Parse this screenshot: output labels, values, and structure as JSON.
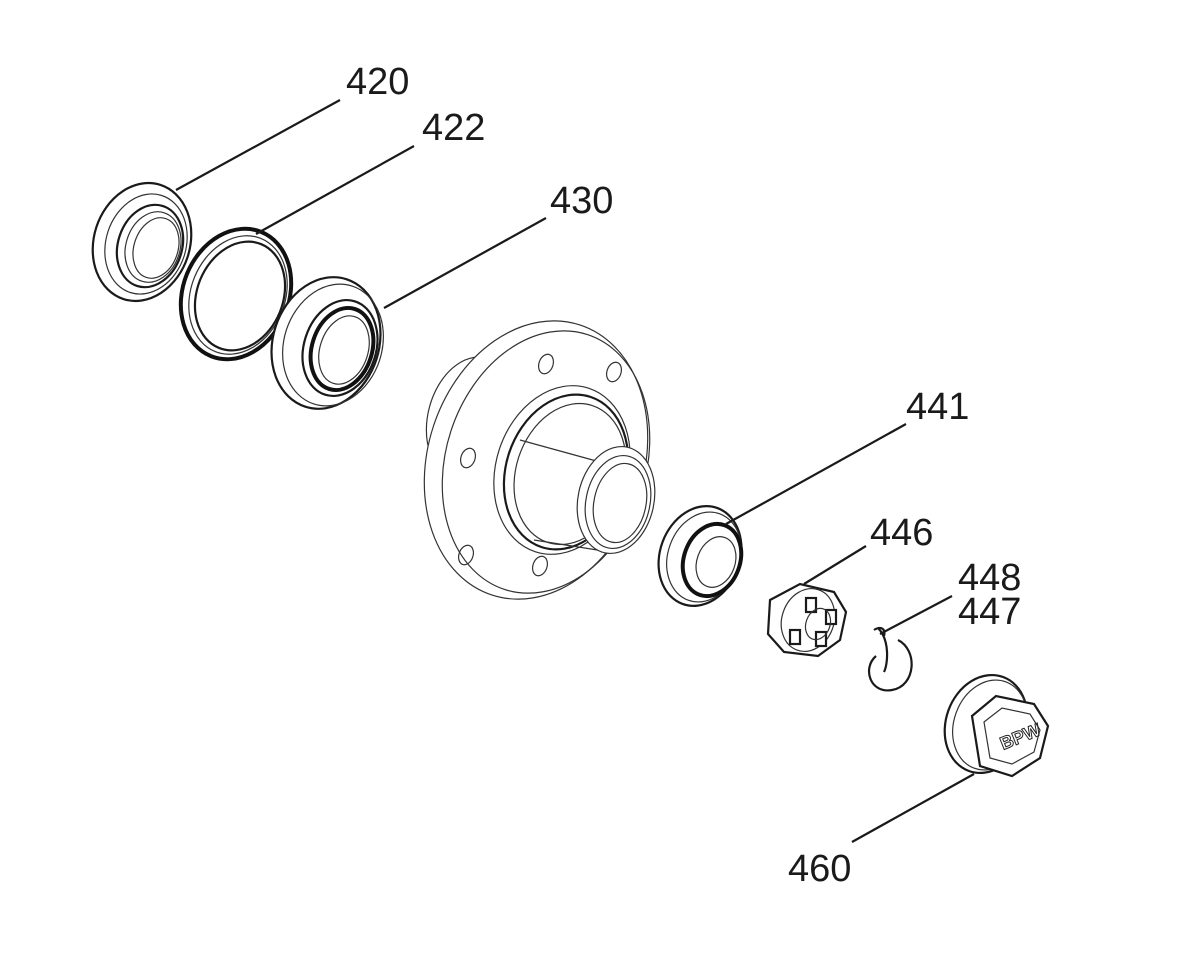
{
  "parts": [
    {
      "id": "seal",
      "label": "420"
    },
    {
      "id": "o-ring",
      "label": "422"
    },
    {
      "id": "inner-bearing",
      "label": "430"
    },
    {
      "id": "outer-bearing",
      "label": "441"
    },
    {
      "id": "castle-nut",
      "label": "446"
    },
    {
      "id": "split-pin",
      "label": "448"
    },
    {
      "id": "spring-clip",
      "label": "447"
    },
    {
      "id": "hub-cap",
      "label": "460"
    }
  ],
  "hub_cap_logo": "BPW"
}
